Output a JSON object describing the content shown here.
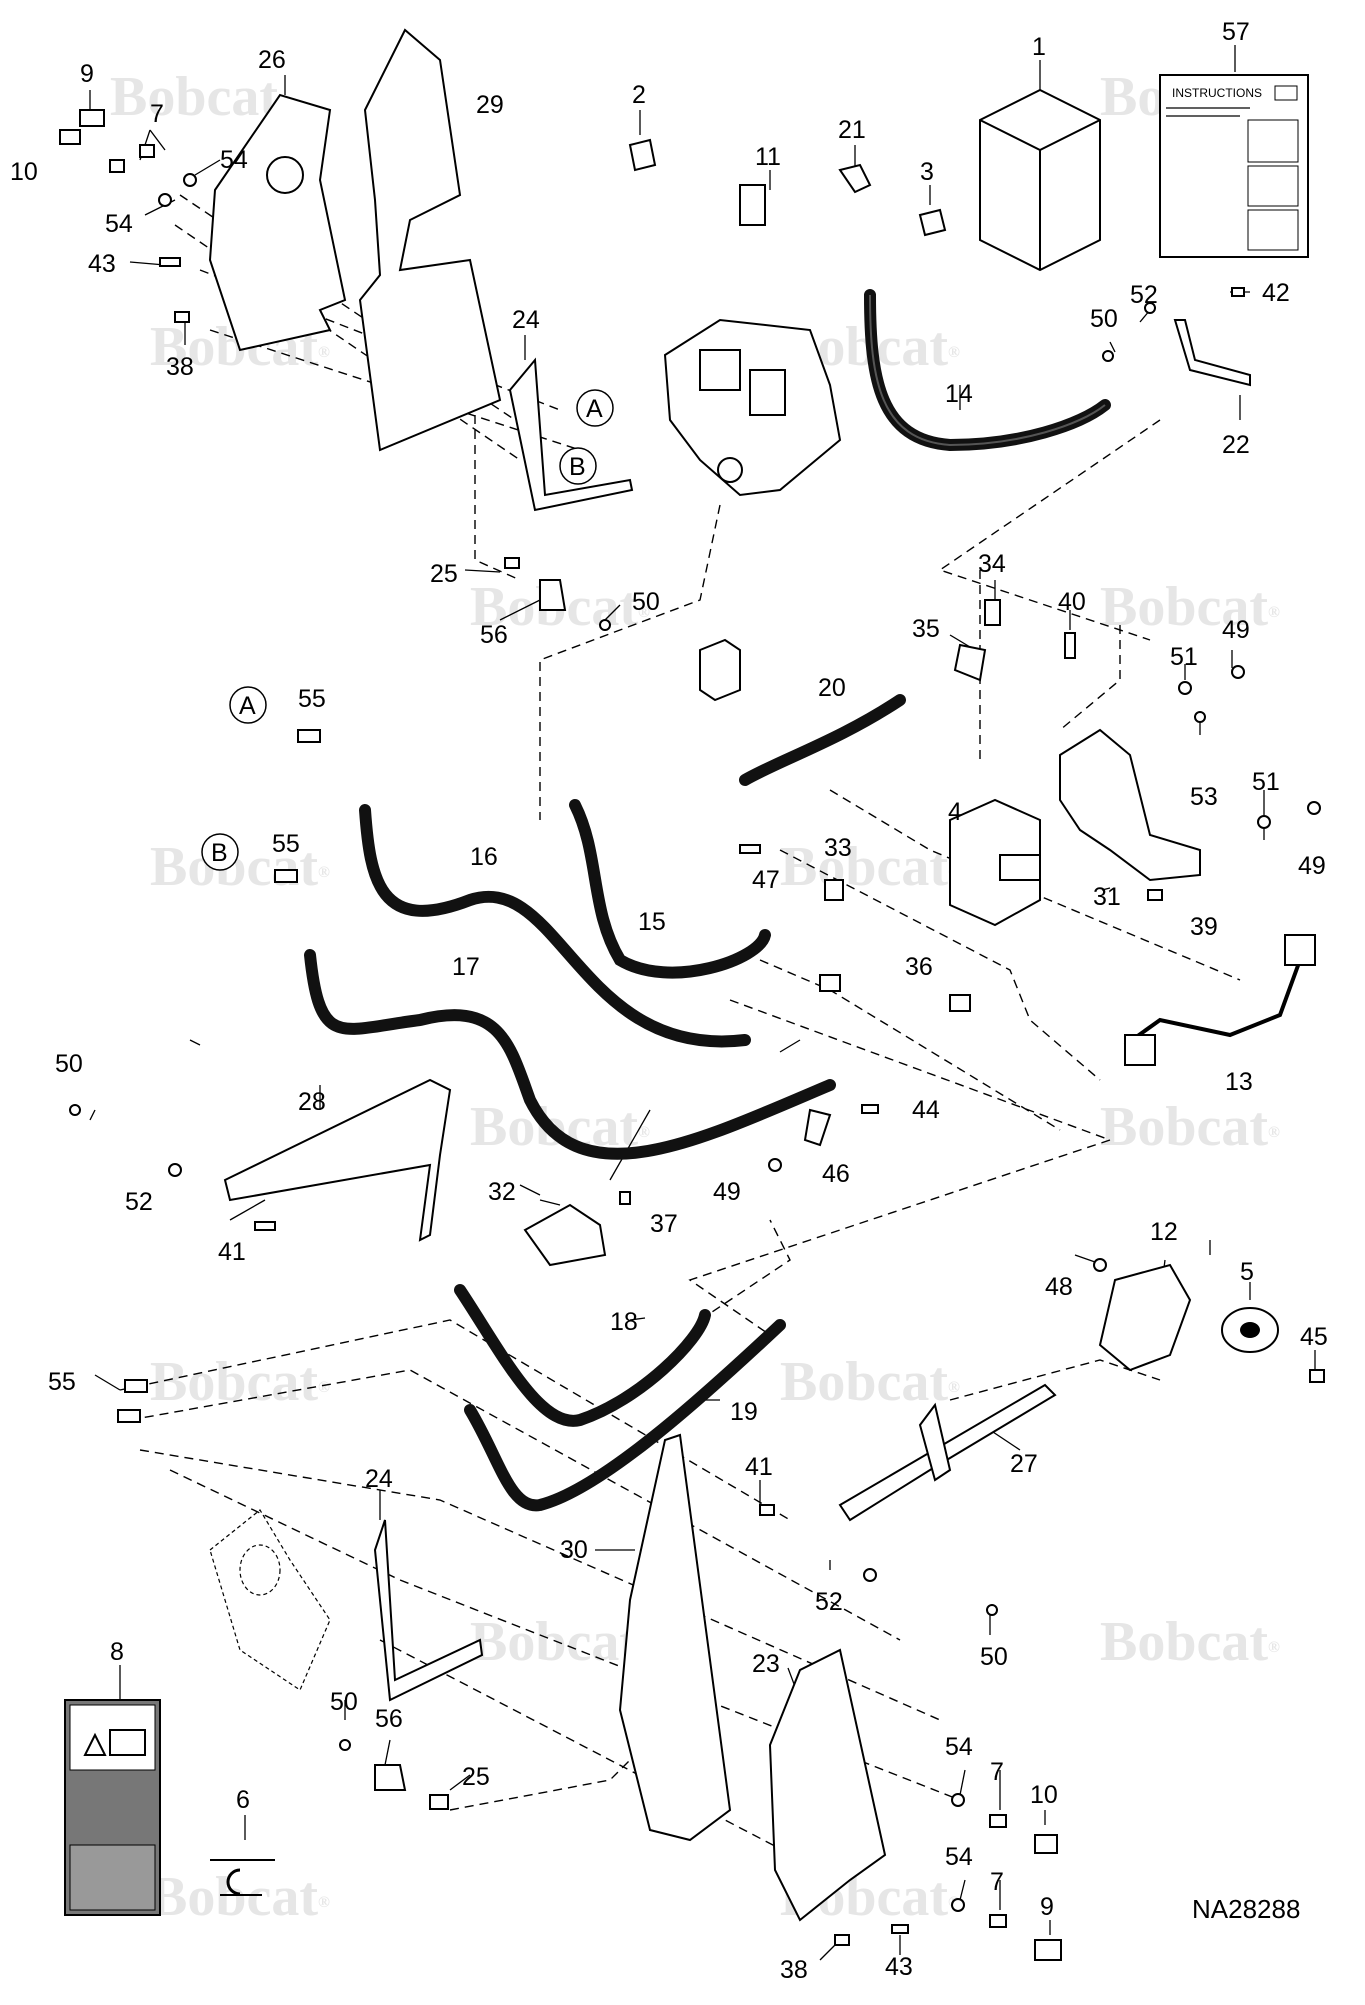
{
  "watermark": {
    "text": "Bobcat",
    "mark": "®"
  },
  "drawing_code": "NA28288",
  "instructions_label": "INSTRUCTIONS",
  "callouts": {
    "c1": "1",
    "c2": "2",
    "c3": "3",
    "c4": "4",
    "c5": "5",
    "c6": "6",
    "c7a": "7",
    "c7b": "7",
    "c7c": "7",
    "c8": "8",
    "c9a": "9",
    "c9b": "9",
    "c10a": "10",
    "c10b": "10",
    "c11": "11",
    "c12": "12",
    "c13": "13",
    "c14": "14",
    "c15": "15",
    "c16": "16",
    "c17": "17",
    "c18": "18",
    "c19": "19",
    "c20": "20",
    "c21": "21",
    "c22": "22",
    "c23": "23",
    "c24a": "24",
    "c24b": "24",
    "c25a": "25",
    "c25b": "25",
    "c26": "26",
    "c27": "27",
    "c28": "28",
    "c29": "29",
    "c30": "30",
    "c31": "31",
    "c32": "32",
    "c33": "33",
    "c34": "34",
    "c35": "35",
    "c36": "36",
    "c37": "37",
    "c38a": "38",
    "c38b": "38",
    "c39": "39",
    "c40": "40",
    "c41a": "41",
    "c41b": "41",
    "c42": "42",
    "c43a": "43",
    "c43b": "43",
    "c44": "44",
    "c45": "45",
    "c46": "46",
    "c47": "47",
    "c48": "48",
    "c49a": "49",
    "c49b": "49",
    "c49c": "49",
    "c50a": "50",
    "c50b": "50",
    "c50c": "50",
    "c50d": "50",
    "c50e": "50",
    "c51a": "51",
    "c51b": "51",
    "c52a": "52",
    "c52b": "52",
    "c52c": "52",
    "c53": "53",
    "c54a": "54",
    "c54b": "54",
    "c54c": "54",
    "c54d": "54",
    "c55a": "55",
    "c55b": "55",
    "c55c": "55",
    "c56a": "56",
    "c56b": "56",
    "c57": "57",
    "refA1": "A",
    "refA2": "A",
    "refB1": "B",
    "refB2": "B"
  }
}
